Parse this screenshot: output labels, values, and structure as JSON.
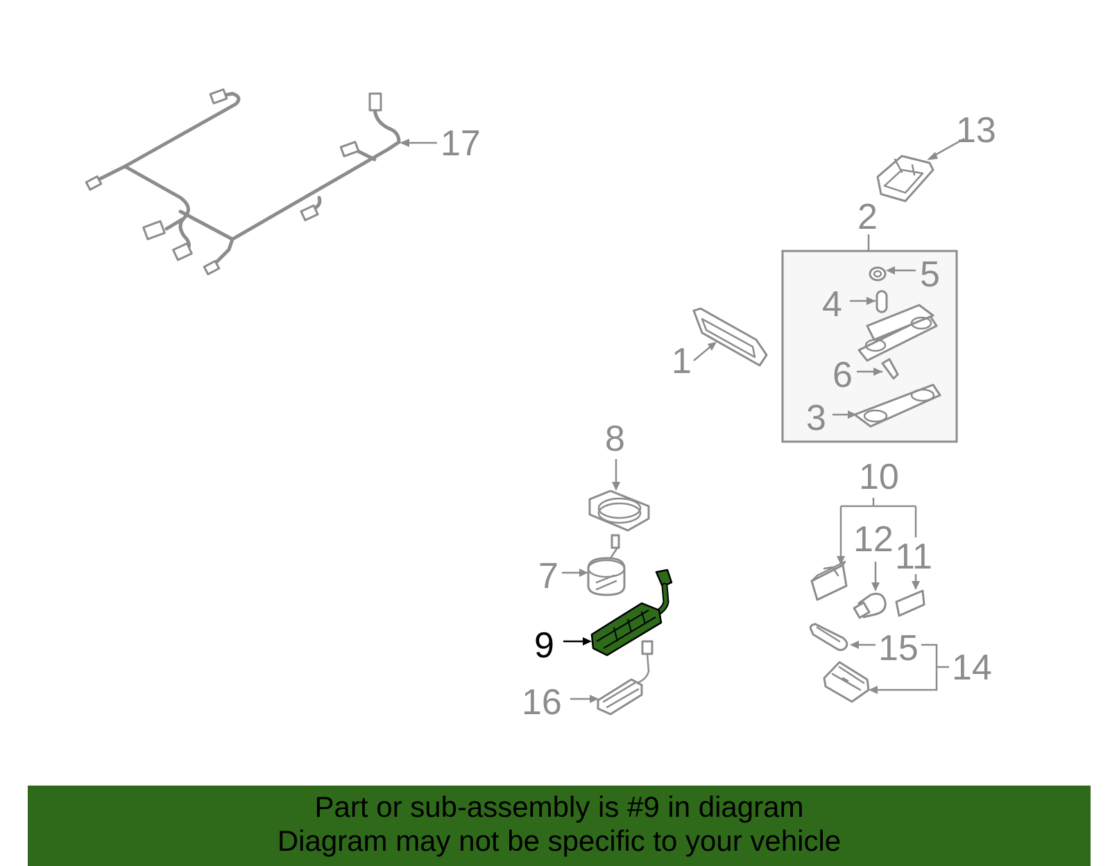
{
  "colors": {
    "banner_background": "#2f6a1a",
    "highlight_part": "#2d6a1a",
    "line_art": "#8c8c8c",
    "highlight_label": "#000000"
  },
  "callouts": {
    "c1": "1",
    "c2": "2",
    "c3": "3",
    "c4": "4",
    "c5": "5",
    "c6": "6",
    "c7": "7",
    "c8": "8",
    "c9": "9",
    "c10": "10",
    "c11": "11",
    "c12": "12",
    "c13": "13",
    "c14": "14",
    "c15": "15",
    "c16": "16",
    "c17": "17"
  },
  "highlighted_callout": "9",
  "banner": {
    "line1": "Part or sub-assembly is #9 in diagram",
    "line2": "Diagram may not be specific to your vehicle"
  }
}
